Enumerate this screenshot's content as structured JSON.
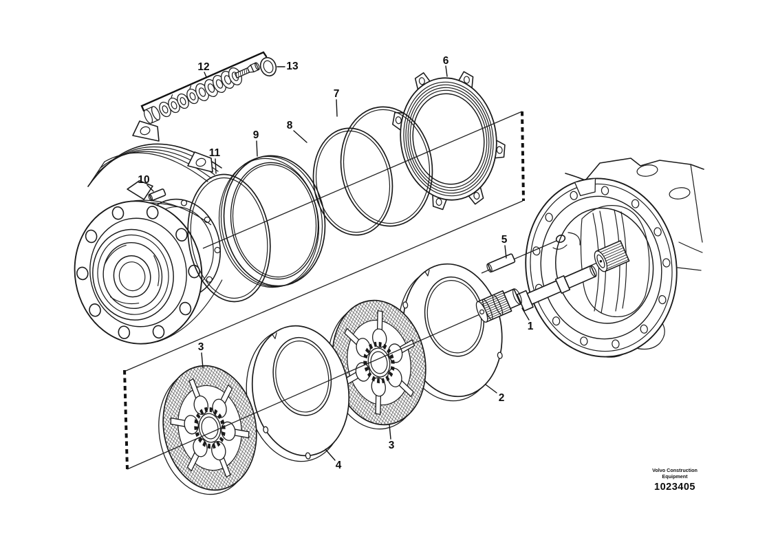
{
  "page": {
    "background": "#ffffff",
    "line_color": "#1b1b1b"
  },
  "footer": {
    "brand_line1": "Volvo Construction",
    "brand_line2": "Equipment",
    "figure_number": "1023405"
  },
  "labels": [
    {
      "id": "label-12",
      "text": "12"
    },
    {
      "id": "label-13",
      "text": "13"
    },
    {
      "id": "label-7",
      "text": "7"
    },
    {
      "id": "label-8",
      "text": "8"
    },
    {
      "id": "label-9",
      "text": "9"
    },
    {
      "id": "label-11",
      "text": "11"
    },
    {
      "id": "label-10",
      "text": "10"
    },
    {
      "id": "label-6",
      "text": "6"
    },
    {
      "id": "label-5",
      "text": "5"
    },
    {
      "id": "label-1",
      "text": "1"
    },
    {
      "id": "label-3a",
      "text": "3"
    },
    {
      "id": "label-4",
      "text": "4"
    },
    {
      "id": "label-3b",
      "text": "3"
    },
    {
      "id": "label-2",
      "text": "2"
    }
  ]
}
